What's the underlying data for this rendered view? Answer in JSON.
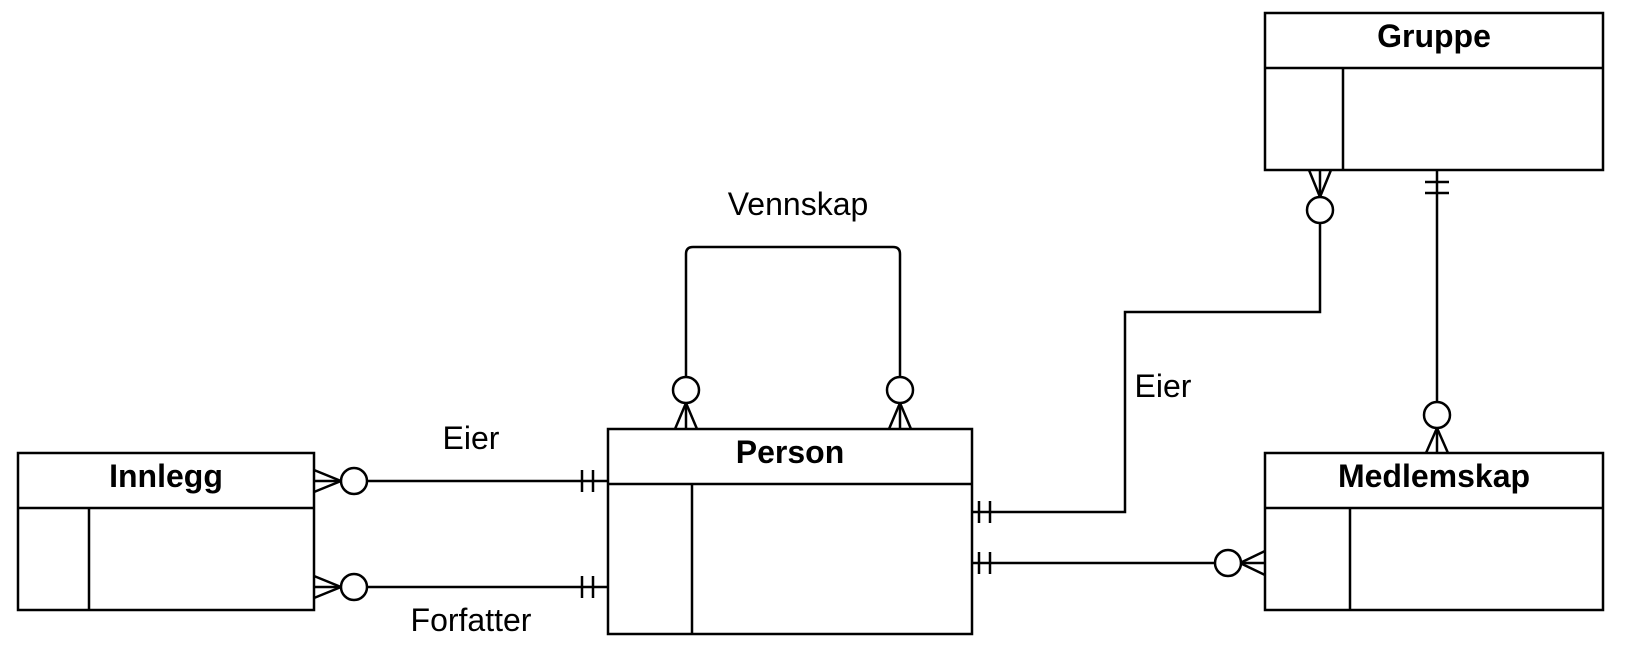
{
  "entities": {
    "gruppe": {
      "name": "Gruppe"
    },
    "person": {
      "name": "Person"
    },
    "innlegg": {
      "name": "Innlegg"
    },
    "medlemskap": {
      "name": "Medlemskap"
    }
  },
  "relationships": {
    "vennskap": {
      "label": "Vennskap",
      "from": "Person",
      "to": "Person",
      "from_cardinality": "zero-or-many",
      "to_cardinality": "zero-or-many"
    },
    "innlegg_eier": {
      "label": "Eier",
      "from": "Innlegg",
      "to": "Person",
      "from_cardinality": "zero-or-many",
      "to_cardinality": "one-and-only-one"
    },
    "innlegg_forfatter": {
      "label": "Forfatter",
      "from": "Innlegg",
      "to": "Person",
      "from_cardinality": "zero-or-many",
      "to_cardinality": "one-and-only-one"
    },
    "gruppe_eier": {
      "label": "Eier",
      "from": "Gruppe",
      "to": "Person",
      "from_cardinality": "zero-or-many",
      "to_cardinality": "one-and-only-one"
    },
    "person_medlemskap": {
      "label": "",
      "from": "Person",
      "to": "Medlemskap",
      "from_cardinality": "one-and-only-one",
      "to_cardinality": "zero-or-many"
    },
    "gruppe_medlemskap": {
      "label": "",
      "from": "Gruppe",
      "to": "Medlemskap",
      "from_cardinality": "one-and-only-one",
      "to_cardinality": "zero-or-many"
    }
  }
}
